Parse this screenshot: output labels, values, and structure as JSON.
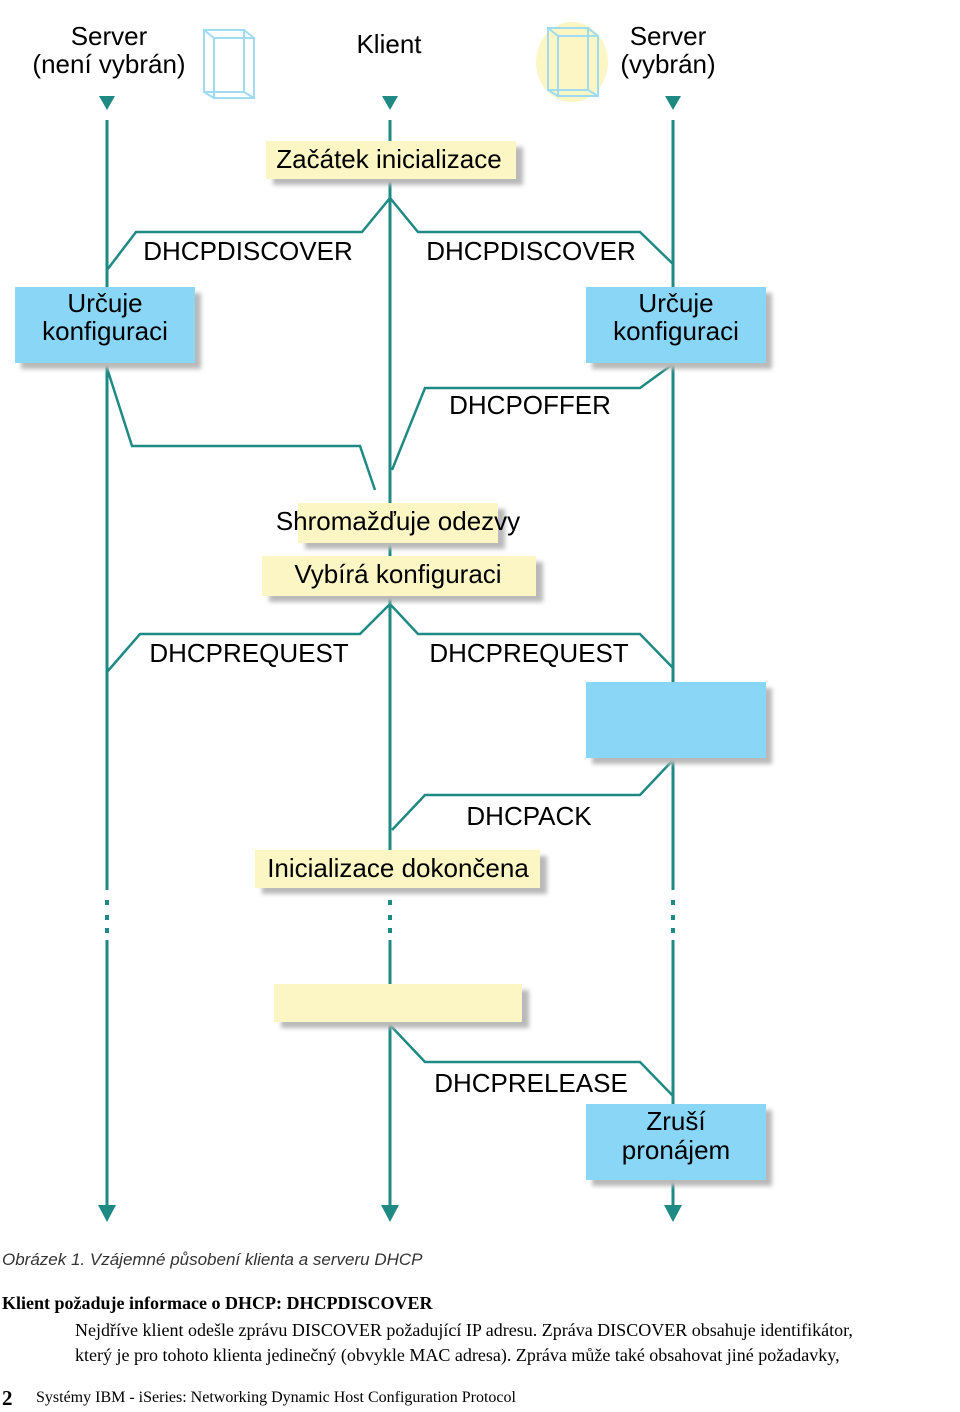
{
  "diagram": {
    "header": {
      "server_not_selected": [
        "Server",
        "(není vybrán)"
      ],
      "client": "Klient",
      "server_selected": [
        "Server",
        "(vybrán)"
      ]
    },
    "client_steps": {
      "init_start": "Začátek inicializace",
      "collect": "Shromažďuje odezvy",
      "select": "Vybírá konfiguraci",
      "init_done": "Inicializace dokončena"
    },
    "server_steps": {
      "determines_left": [
        "Určuje",
        "konfiguraci"
      ],
      "determines_right": [
        "Určuje",
        "konfiguraci"
      ],
      "cancels_lease": [
        "Zruší",
        "pronájem"
      ]
    },
    "messages": {
      "discover_left": "DHCPDISCOVER",
      "discover_right": "DHCPDISCOVER",
      "offer": "DHCPOFFER",
      "request_left": "DHCPREQUEST",
      "request_right": "DHCPREQUEST",
      "ack": "DHCPACK",
      "release": "DHCPRELEASE"
    },
    "colors": {
      "line": "#1f8a84",
      "yellow_box": "#fbf6c4",
      "blue_box": "#8ad6f6",
      "shadow": "#b9b9b9"
    }
  },
  "caption": "Obrázek 1. Vzájemné působení klienta a serveru DHCP",
  "term": "Klient požaduje informace o DHCP: DHCPDISCOVER",
  "description_lines": [
    "Nejdříve klient odešle zprávu DISCOVER požadující IP adresu. Zpráva DISCOVER obsahuje identifikátor,",
    "který je pro tohoto klienta jedinečný (obvykle MAC adresa). Zpráva může také obsahovat jiné požadavky,"
  ],
  "footer": {
    "page_number": "2",
    "text": "Systémy IBM - iSeries:  Networking Dynamic Host Configuration Protocol"
  }
}
